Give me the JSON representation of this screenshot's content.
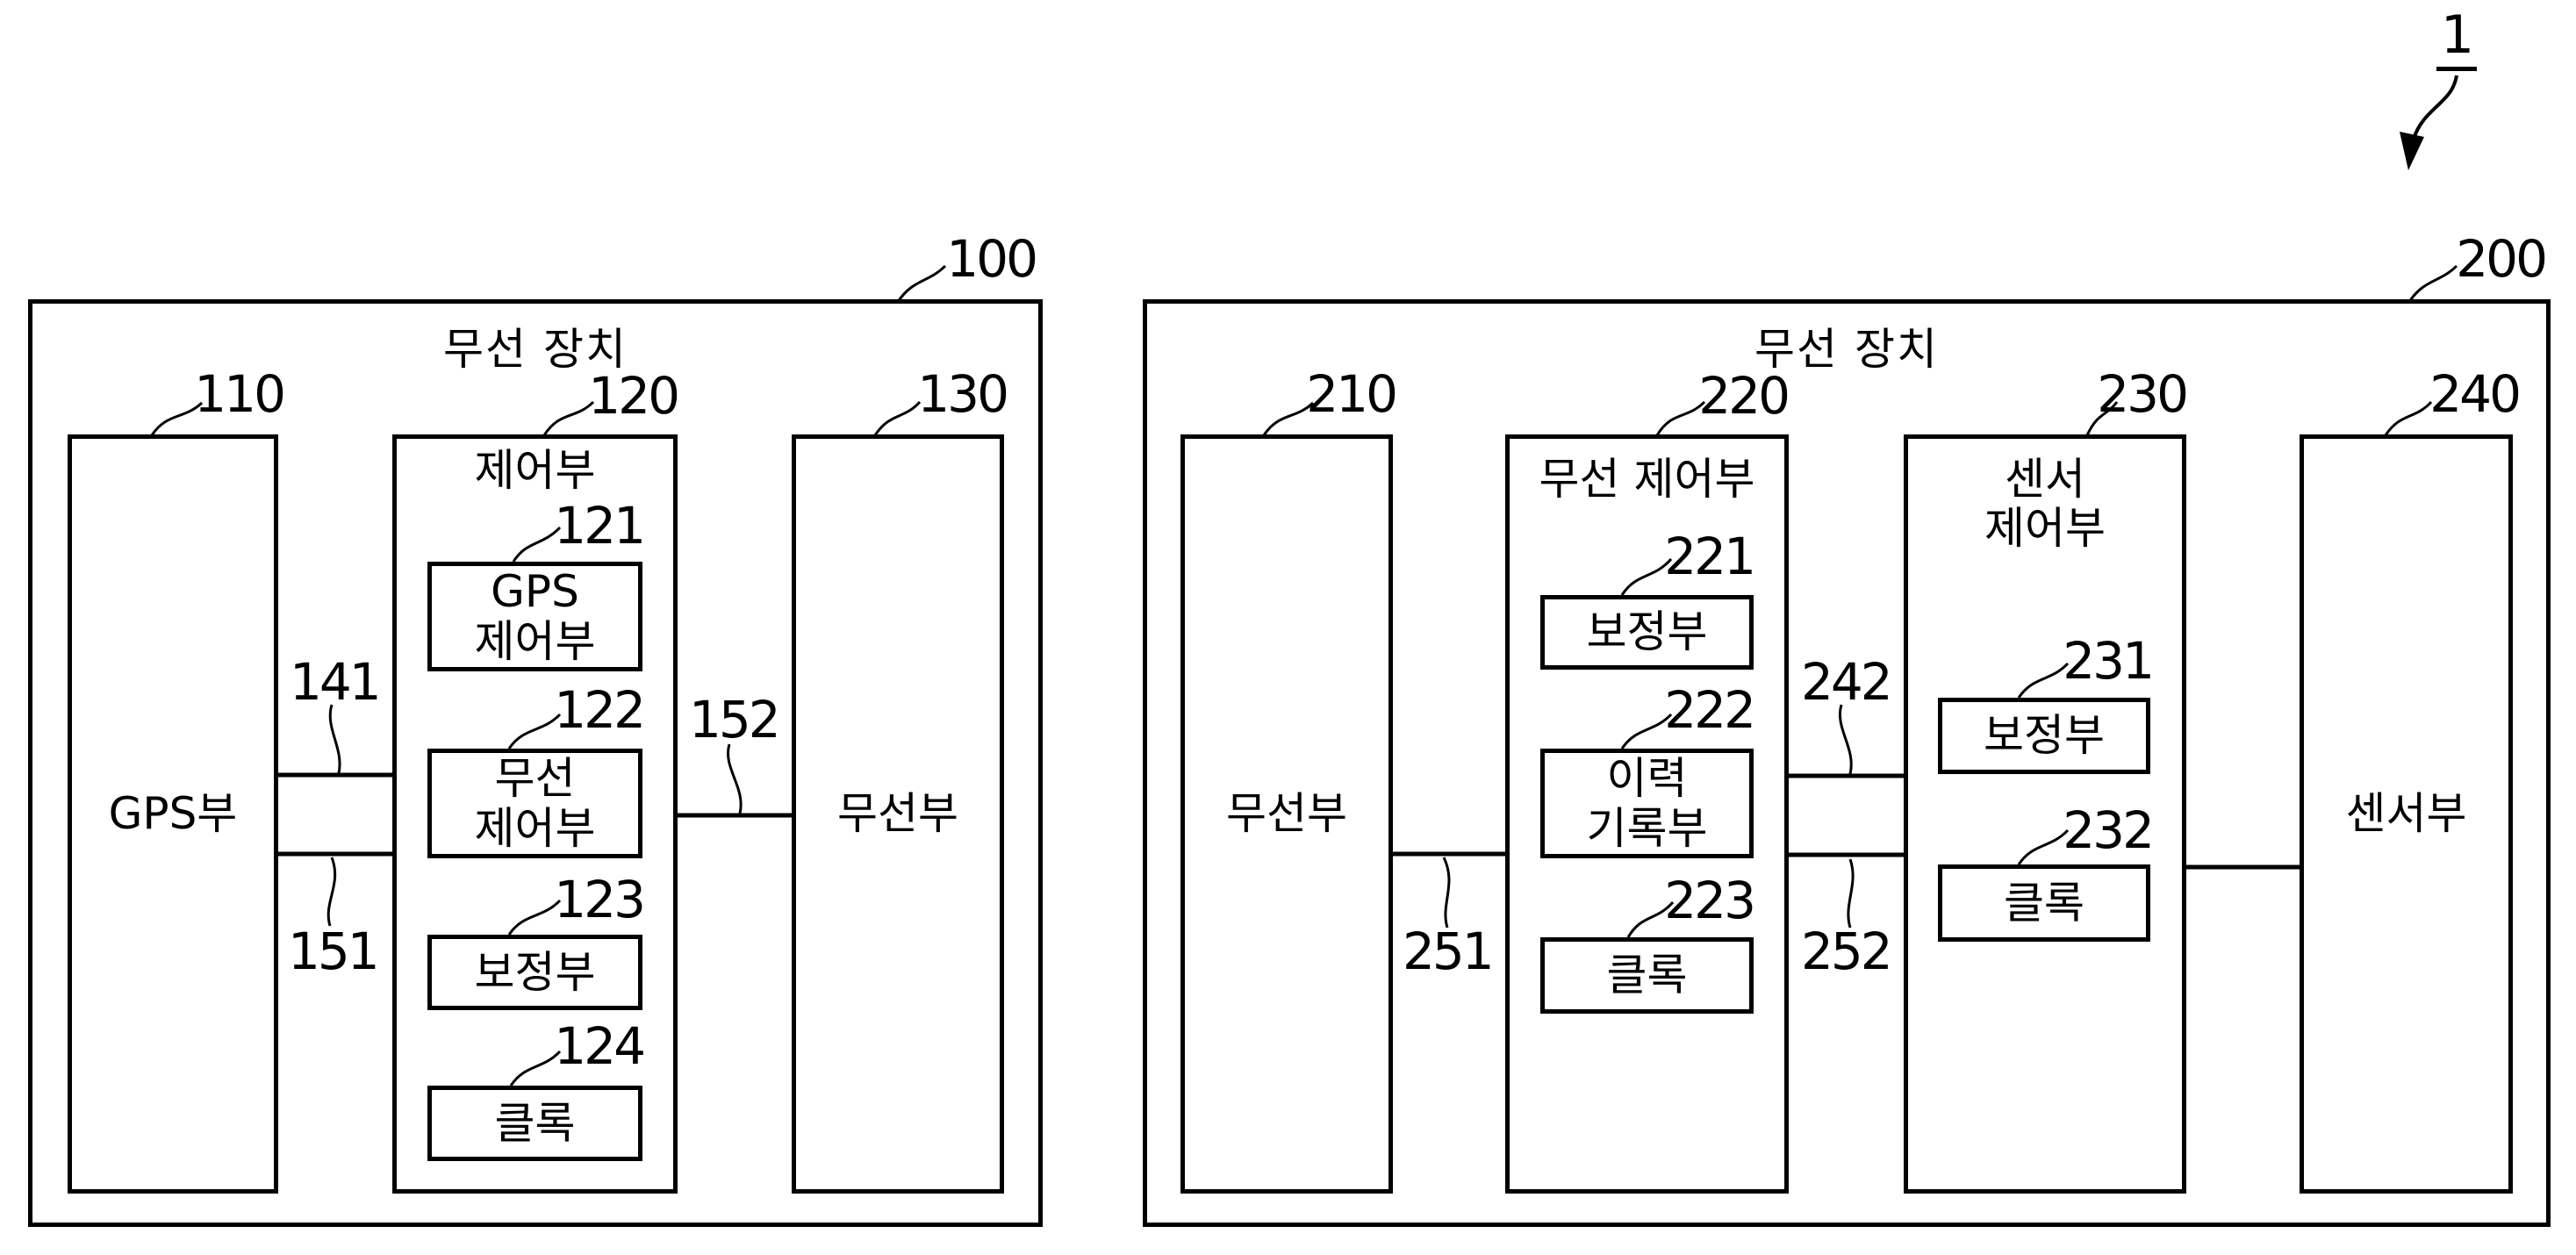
{
  "figure": {
    "number": "1"
  },
  "devices": [
    {
      "ref": "100",
      "title": "무선 장치",
      "blocks": [
        {
          "ref": "110",
          "label": "GPS부"
        },
        {
          "ref": "120",
          "label": "제어부",
          "children": [
            {
              "ref": "121",
              "label": "GPS\n제어부"
            },
            {
              "ref": "122",
              "label": "무선\n제어부"
            },
            {
              "ref": "123",
              "label": "보정부"
            },
            {
              "ref": "124",
              "label": "클록"
            }
          ]
        },
        {
          "ref": "130",
          "label": "무선부"
        }
      ],
      "connections": [
        {
          "ref": "141"
        },
        {
          "ref": "151"
        },
        {
          "ref": "152"
        }
      ]
    },
    {
      "ref": "200",
      "title": "무선 장치",
      "blocks": [
        {
          "ref": "210",
          "label": "무선부"
        },
        {
          "ref": "220",
          "label": "무선 제어부",
          "children": [
            {
              "ref": "221",
              "label": "보정부"
            },
            {
              "ref": "222",
              "label": "이력\n기록부"
            },
            {
              "ref": "223",
              "label": "클록"
            }
          ]
        },
        {
          "ref": "230",
          "label": "센서\n제어부",
          "children": [
            {
              "ref": "231",
              "label": "보정부"
            },
            {
              "ref": "232",
              "label": "클록"
            }
          ]
        },
        {
          "ref": "240",
          "label": "센서부"
        }
      ],
      "connections": [
        {
          "ref": "242"
        },
        {
          "ref": "251"
        },
        {
          "ref": "252"
        }
      ]
    }
  ]
}
